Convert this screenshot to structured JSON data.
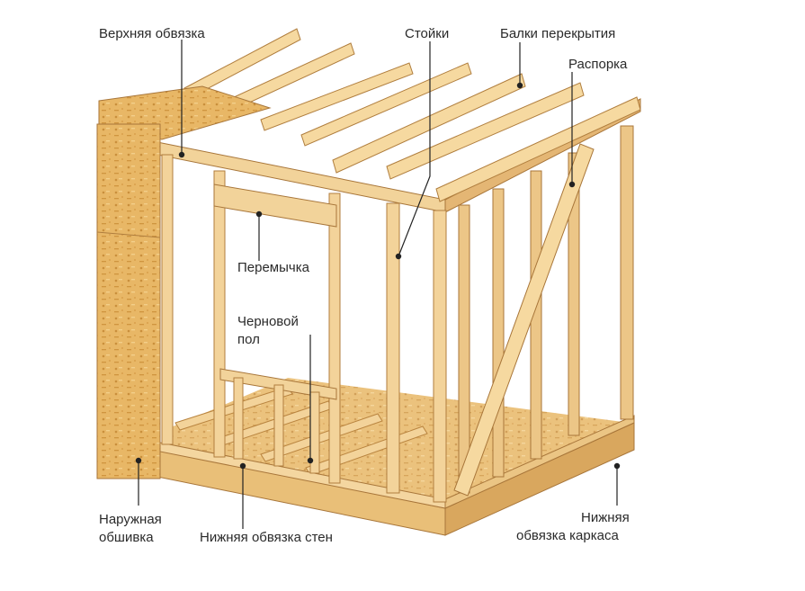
{
  "labels": {
    "top_plate": "Верхняя обвязка",
    "studs": "Стойки",
    "floor_joists": "Балки перекрытия",
    "brace": "Распорка",
    "lintel": "Перемычка",
    "subfloor_1": "Черновой",
    "subfloor_2": "пол",
    "sheathing_1": "Наружная",
    "sheathing_2": "обшивка",
    "bottom_wall_plate": "Нижняя обвязка стен",
    "bottom_frame_1": "Нижняя",
    "bottom_frame_2": "обвязка каркаса"
  },
  "colors": {
    "wood_light": "#f6d9a0",
    "wood_mid": "#e9bf78",
    "wood_dark": "#c9944a",
    "osb": "#e8b766",
    "leader": "#222222"
  }
}
